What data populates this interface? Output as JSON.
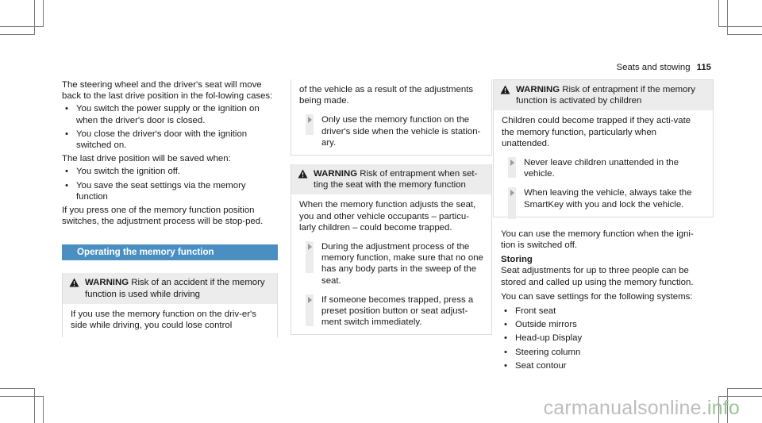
{
  "header": {
    "section": "Seats and stowing",
    "page_number": "115"
  },
  "col1": {
    "intro": "The steering wheel and the driver's seat will move back to the last drive position in the fol-lowing cases:",
    "cases": [
      "You switch the power supply or the ignition on when the driver's door is closed.",
      "You close the driver's door with the ignition switched on."
    ],
    "saved_intro": "The last drive position will be saved when:",
    "saved_cases": [
      "You switch the ignition off.",
      "You save the seat settings via the memory function"
    ],
    "press_text": "If you press one of the memory function position switches, the adjustment process will be stop-ped.",
    "section_title": "Operating the memory function",
    "warning1": {
      "word": "WARNING",
      "title": "Risk of an accident if the memory function is used while driving",
      "body": "If you use the memory function on the driv-er's side while driving, you could lose control"
    }
  },
  "col2": {
    "cont": "of the vehicle as a result of the adjustments being made.",
    "step1": "Only use the memory function on the driver's side when the vehicle is station-ary.",
    "warning2": {
      "word": "WARNING",
      "title": "Risk of entrapment when set-ting the seat with the memory function",
      "body": "When the memory function adjusts the seat, you and other vehicle occupants – particu-larly children – could become trapped.",
      "steps": [
        "During the adjustment process of the memory function, make sure that no one has any body parts in the sweep of the seat.",
        "If someone becomes trapped, press a preset position button or seat adjust-ment switch immediately."
      ]
    }
  },
  "col3": {
    "warning3": {
      "word": "WARNING",
      "title": "Risk of entrapment if the memory function is activated by children",
      "body": "Children could become trapped if they acti-vate the memory function, particularly when unattended.",
      "steps": [
        "Never leave children unattended in the vehicle.",
        "When leaving the vehicle, always take the SmartKey with you and lock the vehicle."
      ]
    },
    "use_text": "You can use the memory function when the igni-tion is switched off.",
    "storing_heading": "Storing",
    "storing_text": "Seat adjustments for up to three people can be stored and called up using the memory function.",
    "save_intro": "You can save settings for the following systems:",
    "systems": [
      "Front seat",
      "Outside mirrors",
      "Head-up Display",
      "Steering column",
      "Seat contour"
    ]
  },
  "watermark": {
    "part1": "carmanualsonline",
    "part2": ".info"
  }
}
